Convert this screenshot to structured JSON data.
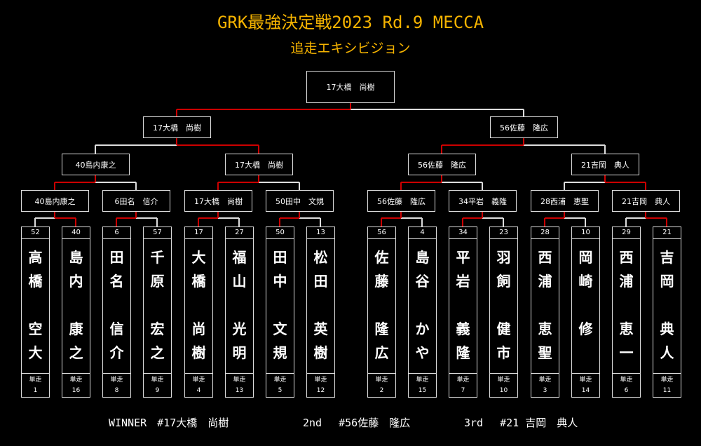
{
  "title": "GRK最強決定戦2023 Rd.9 MECCA",
  "subtitle": "追走エキシビジョン",
  "champion": "17大橋　尚樹",
  "semis": [
    "17大橋　尚樹",
    "56佐藤　隆広"
  ],
  "quarters": [
    "40島内康之",
    "17大橋　尚樹",
    "56佐藤　隆広",
    "21吉岡　典人"
  ],
  "round16": [
    "40島内康之",
    "6田名　信介",
    "17大橋　尚樹",
    "50田中　文規",
    "56佐藤　隆広",
    "34平岩　義隆",
    "28西浦　恵聖",
    "21吉岡　典人"
  ],
  "seed_label": "単走",
  "riders": [
    {
      "num": "52",
      "name": "高\n橋\n\n空\n大",
      "seed": "1"
    },
    {
      "num": "40",
      "name": "島\n内\n\n康\n之",
      "seed": "16"
    },
    {
      "num": "6",
      "name": "田\n名\n\n信\n介",
      "seed": "8"
    },
    {
      "num": "57",
      "name": "千\n原\n\n宏\n之",
      "seed": "9"
    },
    {
      "num": "17",
      "name": "大\n橋\n\n尚\n樹",
      "seed": "4"
    },
    {
      "num": "27",
      "name": "福\n山\n\n光\n明",
      "seed": "13"
    },
    {
      "num": "50",
      "name": "田\n中\n\n文\n規",
      "seed": "5"
    },
    {
      "num": "13",
      "name": "松\n田\n\n英\n樹",
      "seed": "12"
    },
    {
      "num": "56",
      "name": "佐\n藤\n\n隆\n広",
      "seed": "2"
    },
    {
      "num": "4",
      "name": "島\n谷\n\nか\nや",
      "seed": "15"
    },
    {
      "num": "34",
      "name": "平\n岩\n\n義\n隆",
      "seed": "7"
    },
    {
      "num": "23",
      "name": "羽\n飼\n\n健\n市",
      "seed": "10"
    },
    {
      "num": "28",
      "name": "西\n浦\n\n恵\n聖",
      "seed": "3"
    },
    {
      "num": "10",
      "name": "岡\n崎\n\n修",
      "seed": "14"
    },
    {
      "num": "29",
      "name": "西\n浦\n\n恵\n一",
      "seed": "6"
    },
    {
      "num": "21",
      "name": "吉\n岡\n\n典\n人",
      "seed": "11"
    }
  ],
  "results": {
    "winner": "WINNER　#17大橋　尚樹",
    "second": "2nd　 #56佐藤　隆広",
    "third": "3rd　 #21 吉岡　典人"
  },
  "colors": {
    "title": "#f5b300",
    "win_line": "#cc0000",
    "lose_line": "#dddddd"
  }
}
